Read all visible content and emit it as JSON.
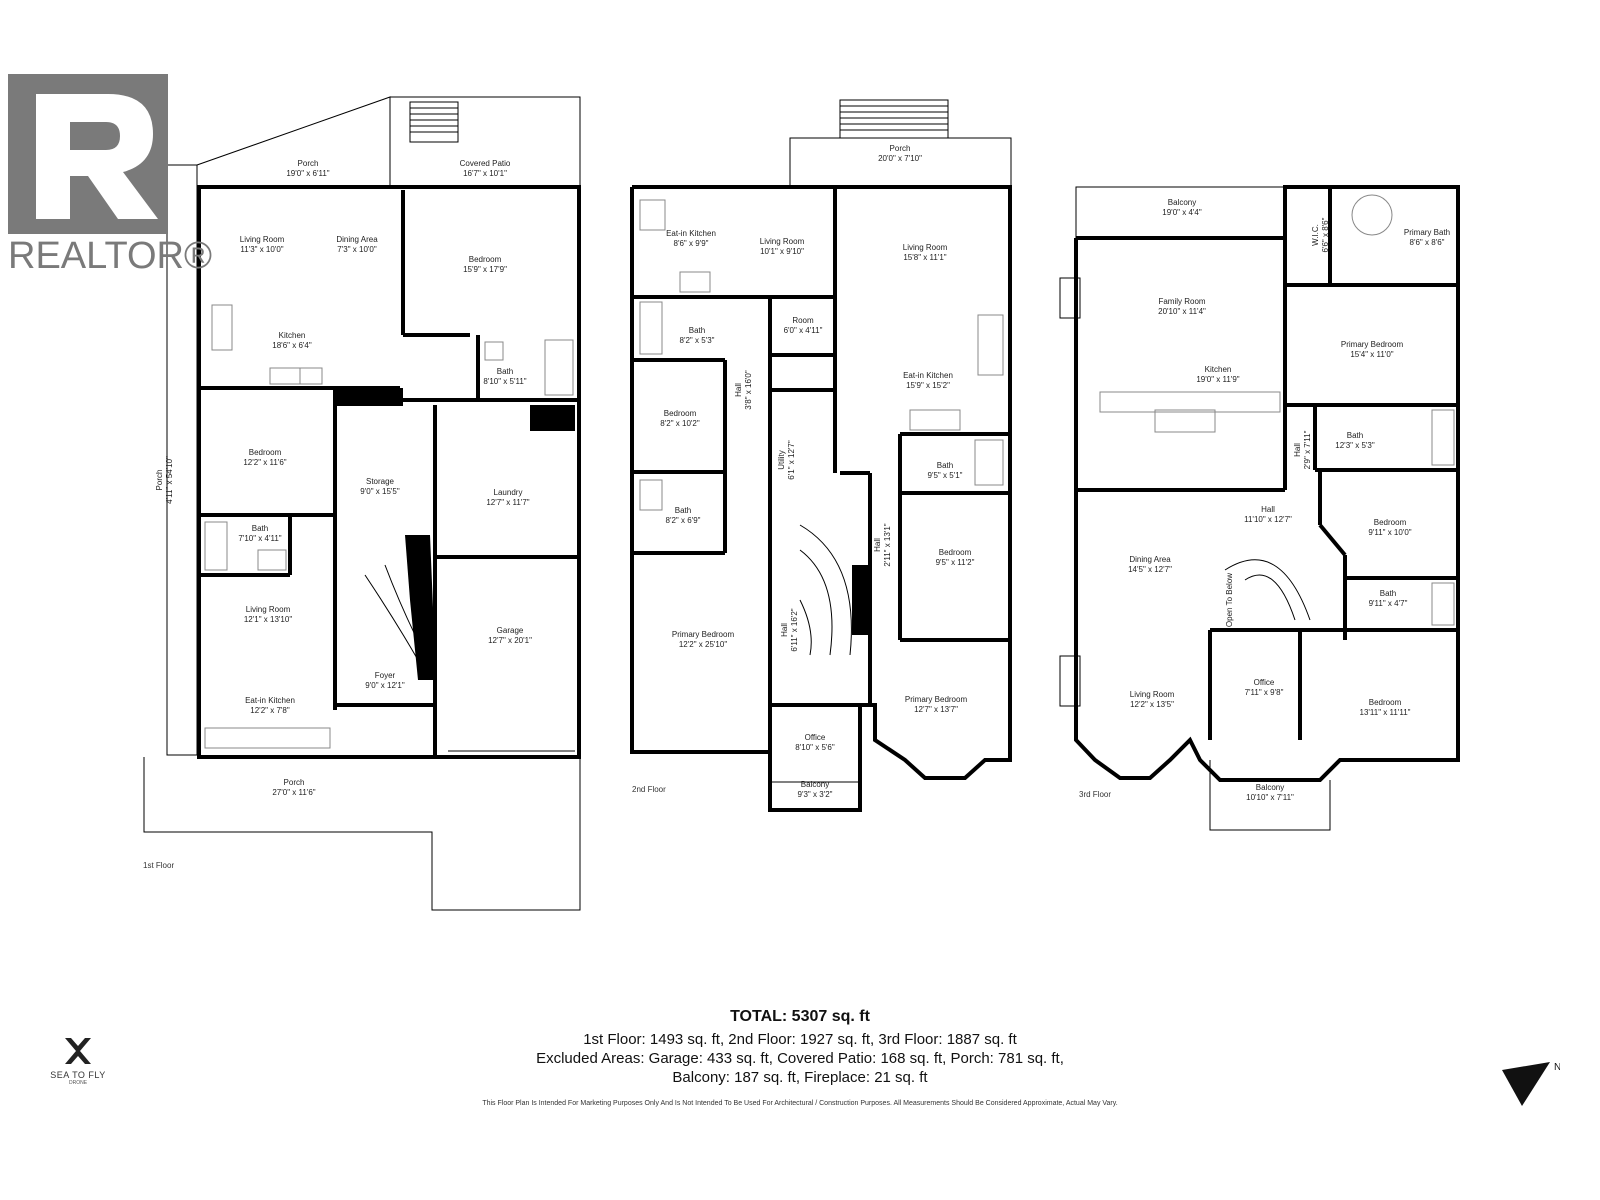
{
  "logo": {
    "realtor_word": "REALTOR®",
    "brand_name": "SEA TO FLY",
    "brand_sub": "DRONE"
  },
  "floors": {
    "first": {
      "label": "1st Floor",
      "rooms": {
        "porch_top": [
          "Porch",
          "19'0\" x 6'11\""
        ],
        "covered_patio": [
          "Covered Patio",
          "16'7\" x 10'1\""
        ],
        "living_room": [
          "Living Room",
          "11'3\" x 10'0\""
        ],
        "dining_area": [
          "Dining Area",
          "7'3\" x 10'0\""
        ],
        "bedroom_a": [
          "Bedroom",
          "15'9\" x 17'9\""
        ],
        "kitchen": [
          "Kitchen",
          "18'6\" x 6'4\""
        ],
        "bath_a": [
          "Bath",
          "8'10\" x 5'11\""
        ],
        "porch_side": [
          "Porch",
          "4'11\" x 54'10\""
        ],
        "bedroom_b": [
          "Bedroom",
          "12'2\" x 11'6\""
        ],
        "storage": [
          "Storage",
          "9'0\" x 15'5\""
        ],
        "laundry": [
          "Laundry",
          "12'7\" x 11'7\""
        ],
        "bath_b": [
          "Bath",
          "7'10\" x 4'11\""
        ],
        "living_room_b": [
          "Living Room",
          "12'1\" x 13'10\""
        ],
        "garage": [
          "Garage",
          "12'7\" x 20'1\""
        ],
        "foyer": [
          "Foyer",
          "9'0\" x 12'1\""
        ],
        "eat_in_kitchen": [
          "Eat-in Kitchen",
          "12'2\" x 7'8\""
        ],
        "porch_front": [
          "Porch",
          "27'0\" x 11'6\""
        ]
      }
    },
    "second": {
      "label": "2nd Floor",
      "rooms": {
        "porch": [
          "Porch",
          "20'0\" x 7'10\""
        ],
        "eat_in_kitchen_a": [
          "Eat-in Kitchen",
          "8'6\" x 9'9\""
        ],
        "living_room_a": [
          "Living Room",
          "10'1\" x 9'10\""
        ],
        "living_room_b": [
          "Living Room",
          "15'8\" x 11'1\""
        ],
        "bath_a": [
          "Bath",
          "8'2\" x 5'3\""
        ],
        "room": [
          "Room",
          "6'0\" x 4'11\""
        ],
        "eat_in_kitchen_b": [
          "Eat-in Kitchen",
          "15'9\" x 15'2\""
        ],
        "hall_a": [
          "Hall",
          "3'8\" x 16'0\""
        ],
        "bedroom_a": [
          "Bedroom",
          "8'2\" x 10'2\""
        ],
        "utility": [
          "Utility",
          "6'1\" x 12'7\""
        ],
        "bath_b": [
          "Bath",
          "9'5\" x 5'1\""
        ],
        "bath_c": [
          "Bath",
          "8'2\" x 6'9\""
        ],
        "hall_b": [
          "Hall",
          "2'11\" x 13'1\""
        ],
        "bedroom_b": [
          "Bedroom",
          "9'5\" x 11'2\""
        ],
        "primary_bedroom_a": [
          "Primary Bedroom",
          "12'2\" x 25'10\""
        ],
        "hall_c": [
          "Hall",
          "6'11\" x 16'2\""
        ],
        "primary_bedroom_b": [
          "Primary Bedroom",
          "12'7\" x 13'7\""
        ],
        "office": [
          "Office",
          "8'10\" x 5'6\""
        ],
        "balcony": [
          "Balcony",
          "9'3\" x 3'2\""
        ]
      }
    },
    "third": {
      "label": "3rd Floor",
      "rooms": {
        "balcony_top": [
          "Balcony",
          "19'0\" x 4'4\""
        ],
        "wic": [
          "W.I.C.",
          "6'6\" x 8'6\""
        ],
        "primary_bath": [
          "Primary Bath",
          "8'6\" x 8'6\""
        ],
        "family_room": [
          "Family Room",
          "20'10\" x 11'4\""
        ],
        "primary_bedroom": [
          "Primary Bedroom",
          "15'4\" x 11'0\""
        ],
        "kitchen": [
          "Kitchen",
          "19'0\" x 11'9\""
        ],
        "bath_a": [
          "Bath",
          "12'3\" x 5'3\""
        ],
        "hall_a": [
          "Hall",
          "2'9\" x 7'11\""
        ],
        "hall_b": [
          "Hall",
          "11'10\" x 12'7\""
        ],
        "bedroom_a": [
          "Bedroom",
          "9'11\" x 10'0\""
        ],
        "dining_area": [
          "Dining Area",
          "14'5\" x 12'7\""
        ],
        "open_to_below": [
          "Open To Below",
          ""
        ],
        "bath_b": [
          "Bath",
          "9'11\" x 4'7\""
        ],
        "office": [
          "Office",
          "7'11\" x 9'8\""
        ],
        "living_room": [
          "Living Room",
          "12'2\" x 13'5\""
        ],
        "bedroom_b": [
          "Bedroom",
          "13'11\" x 11'11\""
        ],
        "balcony_bottom": [
          "Balcony",
          "10'10\" x 7'11\""
        ]
      }
    }
  },
  "summary": {
    "total": "TOTAL: 5307 sq. ft",
    "line1": "1st Floor: 1493 sq. ft, 2nd Floor: 1927 sq. ft, 3rd Floor: 1887 sq. ft",
    "line2": "Excluded Areas: Garage: 433 sq. ft, Covered Patio: 168 sq. ft, Porch: 781 sq. ft,",
    "line3": "Balcony: 187 sq. ft, Fireplace: 21 sq. ft",
    "disclaimer": "This Floor Plan Is Intended For Marketing Purposes Only And Is Not Intended To Be Used For Architectural / Construction Purposes. All Measurements Should Be Considered Approximate, Actual May Vary."
  },
  "compass": {
    "label": "N"
  }
}
